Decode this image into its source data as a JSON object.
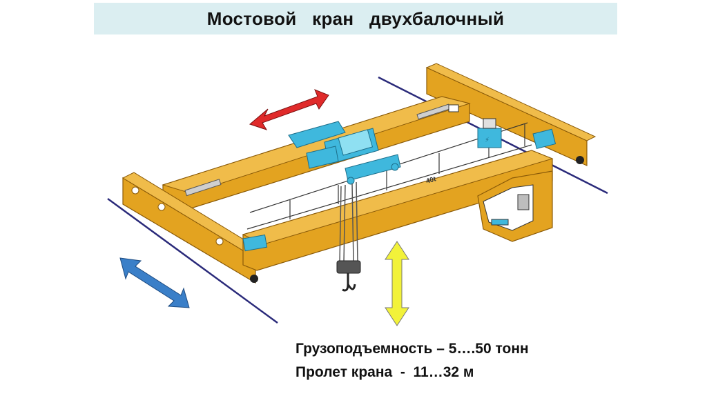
{
  "title": "Мостовой   кран   двухбалочный",
  "diagram": {
    "capacity_marking": "40t",
    "arrows": {
      "bridge_travel_color": "#3a7fc8",
      "trolley_travel_color": "#e02a2a",
      "hoist_color": "#f2f23a"
    },
    "colors": {
      "girder": "#e3a320",
      "girder_dark": "#b97a10",
      "trolley": "#3fb8dd",
      "rail": "#2a2a7a"
    }
  },
  "specs": {
    "capacity": "Грузоподъемность – 5….50 тонн",
    "span": "Пролет крана  -  11…32 м"
  }
}
